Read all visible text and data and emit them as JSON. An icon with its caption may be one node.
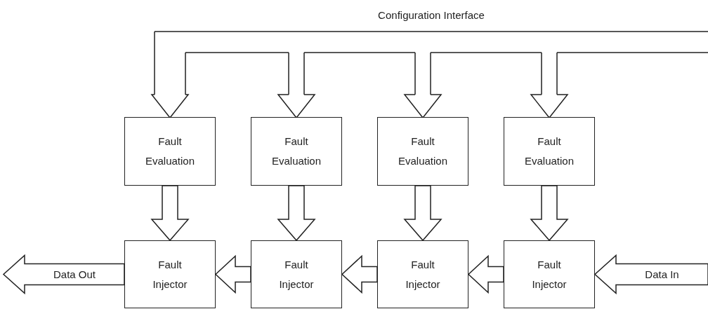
{
  "diagram": {
    "nodes": [
      {
        "text": [
          "Fault Evaluation"
        ]
      },
      {
        "text": [
          "Fault Evaluation"
        ]
      },
      {
        "text": [
          "Fault Evaluation"
        ]
      },
      {
        "text": [
          "Fault Evaluation"
        ]
      },
      {
        "text": [
          "Fault Injector"
        ]
      },
      {
        "text": [
          "Fault Injector"
        ]
      },
      {
        "text": [
          "Fault Injector"
        ]
      },
      {
        "text": [
          "Fault Injector"
        ]
      }
    ],
    "edges": [
      {
        "from": null,
        "to": 0,
        "arrow": "to"
      },
      {
        "from": null,
        "to": 1,
        "arrow": "to"
      },
      {
        "from": null,
        "to": 2,
        "arrow": "to"
      },
      {
        "from": null,
        "to": 3,
        "arrow": "to"
      },
      {
        "from": 0,
        "to": 4,
        "arrow": "to"
      },
      {
        "from": 1,
        "to": 5,
        "arrow": "to"
      },
      {
        "from": 2,
        "to": 6,
        "arrow": "to"
      },
      {
        "from": 3,
        "to": 7,
        "arrow": "to"
      },
      {
        "from": null,
        "to": 7,
        "arrow": "to",
        "label": "Data In"
      },
      {
        "from": 7,
        "to": 6,
        "arrow": "to"
      },
      {
        "from": 6,
        "to": 5,
        "arrow": "to"
      },
      {
        "from": 5,
        "to": 4,
        "arrow": "to"
      },
      {
        "from": 4,
        "to": null,
        "arrow": "to",
        "label": "Data Out"
      }
    ],
    "labels": [
      "Configuration Interface"
    ]
  }
}
